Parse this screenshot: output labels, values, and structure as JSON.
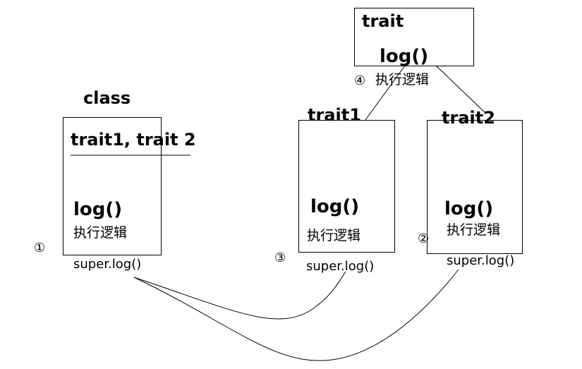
{
  "trait": {
    "title": "trait",
    "method": "log()",
    "step": "④",
    "logic": "执行逻辑"
  },
  "class": {
    "title": "class",
    "mixins": "trait1, trait 2",
    "method": "log()",
    "logic": "执行逻辑",
    "call": "super.log()",
    "step": "①"
  },
  "trait1": {
    "title": "trait1",
    "method": "log()",
    "logic": "执行逻辑",
    "call": "super.log()",
    "step": "③"
  },
  "trait2": {
    "title": "trait2",
    "method": "log()",
    "logic": "执行逻辑",
    "call": "super.log()",
    "step": "②"
  }
}
